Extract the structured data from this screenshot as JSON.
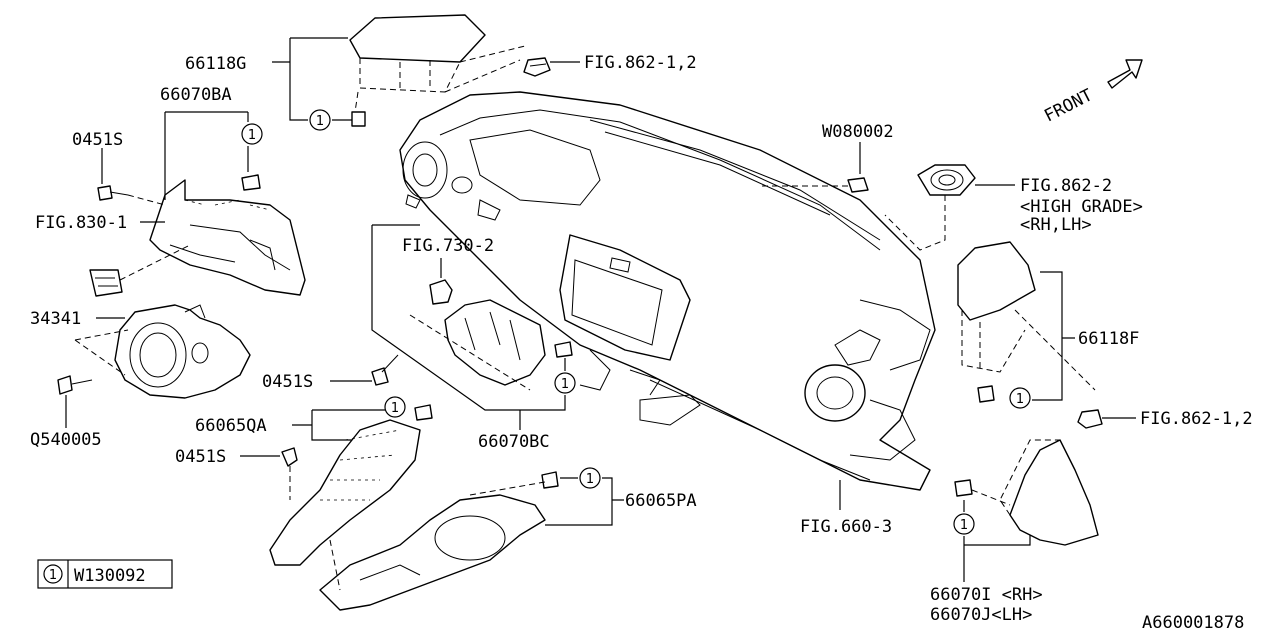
{
  "labels": {
    "p66118G": "66118G",
    "p66070BA": "66070BA",
    "p0451S_a": "0451S",
    "fig830": "FIG.830-1",
    "p34341": "34341",
    "q540005": "Q540005",
    "p0451S_b": "0451S",
    "p66065QA": "66065QA",
    "p0451S_c": "0451S",
    "fig730": "FIG.730-2",
    "p66070BC": "66070BC",
    "p66065PA": "66065PA",
    "fig862_top": "FIG.862-1,2",
    "w080002": "W080002",
    "fig862_2": "FIG.862-2",
    "high_grade": "<HIGH GRADE>",
    "rh_lh": "<RH,LH>",
    "p66118F": "66118F",
    "fig862_right": "FIG.862-1,2",
    "fig660": "FIG.660-3",
    "p66070I": "66070I <RH>",
    "p66070J": "66070J<LH>",
    "front": "FRONT",
    "diagram_id": "A660001878"
  },
  "callout_number": "1",
  "legend": {
    "number": "1",
    "part": "W130092"
  }
}
